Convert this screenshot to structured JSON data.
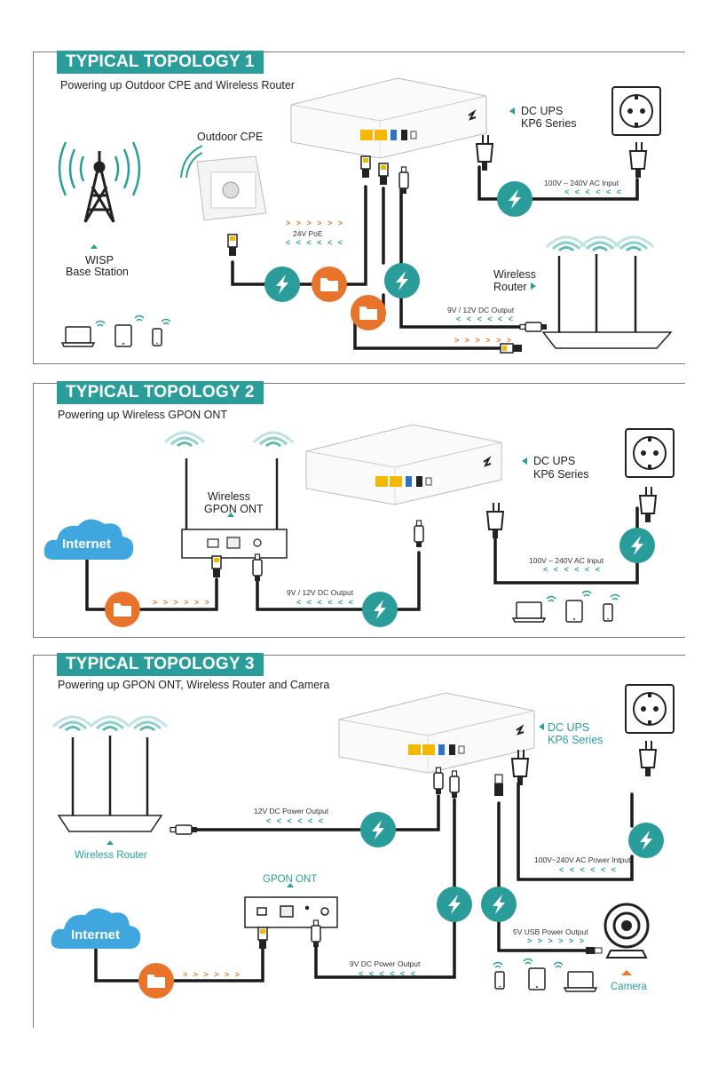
{
  "colors": {
    "teal": "#2a9d9a",
    "orange": "#e8732a",
    "line": "#1a1a1a"
  },
  "topology1": {
    "title": "TYPICAL TOPOLOGY 1",
    "subtitle": "Powering up Outdoor CPE and Wireless Router",
    "outdoor_cpe": "Outdoor CPE",
    "dc_ups_line1": "DC UPS",
    "dc_ups_line2": "KP6 Series",
    "wisp_line1": "WISP",
    "wisp_line2": "Base Station",
    "wireless_router_line1": "Wireless",
    "wireless_router_line2": "Router",
    "ac_input": "100V – 240V AC Input",
    "poe": "24V PoE",
    "dc_output": "9V / 12V DC Output"
  },
  "topology2": {
    "title": "TYPICAL TOPOLOGY 2",
    "subtitle": "Powering up Wireless GPON ONT",
    "internet": "Internet",
    "ont_line1": "Wireless",
    "ont_line2": "GPON ONT",
    "dc_ups_line1": "DC UPS",
    "dc_ups_line2": "KP6 Series",
    "ac_input": "100V – 240V AC Input",
    "dc_output": "9V / 12V DC Output"
  },
  "topology3": {
    "title": "TYPICAL TOPOLOGY 3",
    "subtitle": "Powering up GPON ONT, Wireless Router and Camera",
    "wireless_router": "Wireless Router",
    "dc_ups_line1": "DC UPS",
    "dc_ups_line2": "KP6 Series",
    "dc12": "12V DC Power Output",
    "ac_input": "100V~240V AC Power Intput",
    "gpon_ont": "GPON ONT",
    "internet": "Internet",
    "usb5v": "5V USB Power Output",
    "dc9": "9V DC Power Output",
    "camera": "Camera"
  },
  "icons": [
    "bolt-icon",
    "folder-icon",
    "tower-icon",
    "laptop-icon",
    "tablet-icon",
    "phone-icon",
    "cloud-icon",
    "socket-icon",
    "camera-icon"
  ]
}
